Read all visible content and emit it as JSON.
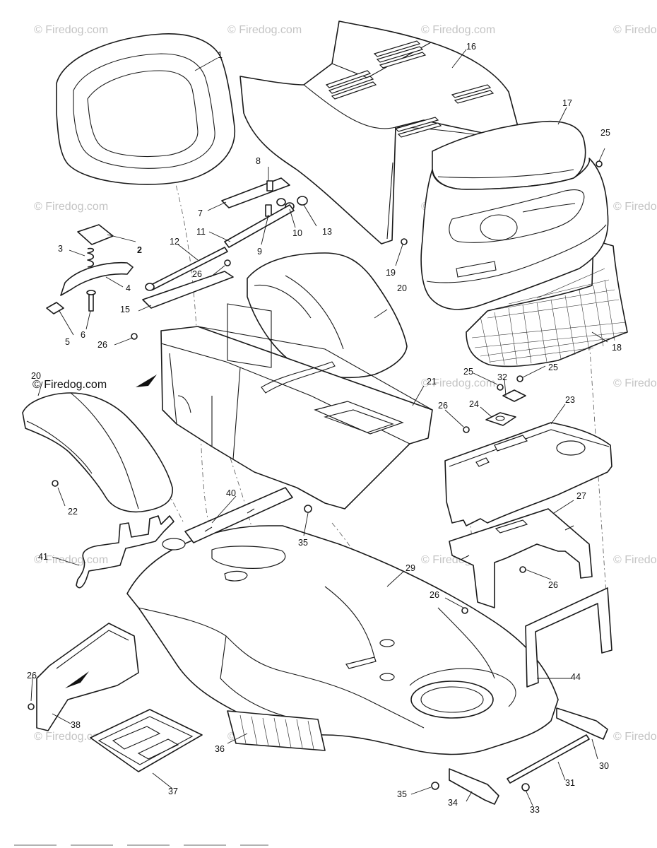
{
  "watermark_text": "© Firedog.com",
  "callouts": [
    {
      "id": "c1",
      "text": "1"
    },
    {
      "id": "c2",
      "text": "2"
    },
    {
      "id": "c3",
      "text": "3"
    },
    {
      "id": "c4",
      "text": "4"
    },
    {
      "id": "c5",
      "text": "5"
    },
    {
      "id": "c6",
      "text": "6"
    },
    {
      "id": "c7",
      "text": "7"
    },
    {
      "id": "c8",
      "text": "8"
    },
    {
      "id": "c9",
      "text": "9"
    },
    {
      "id": "c10",
      "text": "10"
    },
    {
      "id": "c11",
      "text": "11"
    },
    {
      "id": "c12",
      "text": "12"
    },
    {
      "id": "c13",
      "text": "13"
    },
    {
      "id": "c15",
      "text": "15"
    },
    {
      "id": "c16",
      "text": "16"
    },
    {
      "id": "c17",
      "text": "17"
    },
    {
      "id": "c18",
      "text": "18"
    },
    {
      "id": "c19",
      "text": "19"
    },
    {
      "id": "c20a",
      "text": "20"
    },
    {
      "id": "c20b",
      "text": "20"
    },
    {
      "id": "c21",
      "text": "21"
    },
    {
      "id": "c22",
      "text": "22"
    },
    {
      "id": "c23",
      "text": "23"
    },
    {
      "id": "c24",
      "text": "24"
    },
    {
      "id": "c25a",
      "text": "25"
    },
    {
      "id": "c25b",
      "text": "25"
    },
    {
      "id": "c25c",
      "text": "25"
    },
    {
      "id": "c26a",
      "text": "26"
    },
    {
      "id": "c26b",
      "text": "26"
    },
    {
      "id": "c26c",
      "text": "26"
    },
    {
      "id": "c26d",
      "text": "26"
    },
    {
      "id": "c26e",
      "text": "26"
    },
    {
      "id": "c26f",
      "text": "26"
    },
    {
      "id": "c27",
      "text": "27"
    },
    {
      "id": "c29",
      "text": "29"
    },
    {
      "id": "c30",
      "text": "30"
    },
    {
      "id": "c31",
      "text": "31"
    },
    {
      "id": "c32",
      "text": "32"
    },
    {
      "id": "c33",
      "text": "33"
    },
    {
      "id": "c34",
      "text": "34"
    },
    {
      "id": "c35a",
      "text": "35"
    },
    {
      "id": "c35b",
      "text": "35"
    },
    {
      "id": "c36",
      "text": "36"
    },
    {
      "id": "c37",
      "text": "37"
    },
    {
      "id": "c38",
      "text": "38"
    },
    {
      "id": "c40",
      "text": "40"
    },
    {
      "id": "c41",
      "text": "41"
    },
    {
      "id": "c44",
      "text": "44"
    }
  ]
}
